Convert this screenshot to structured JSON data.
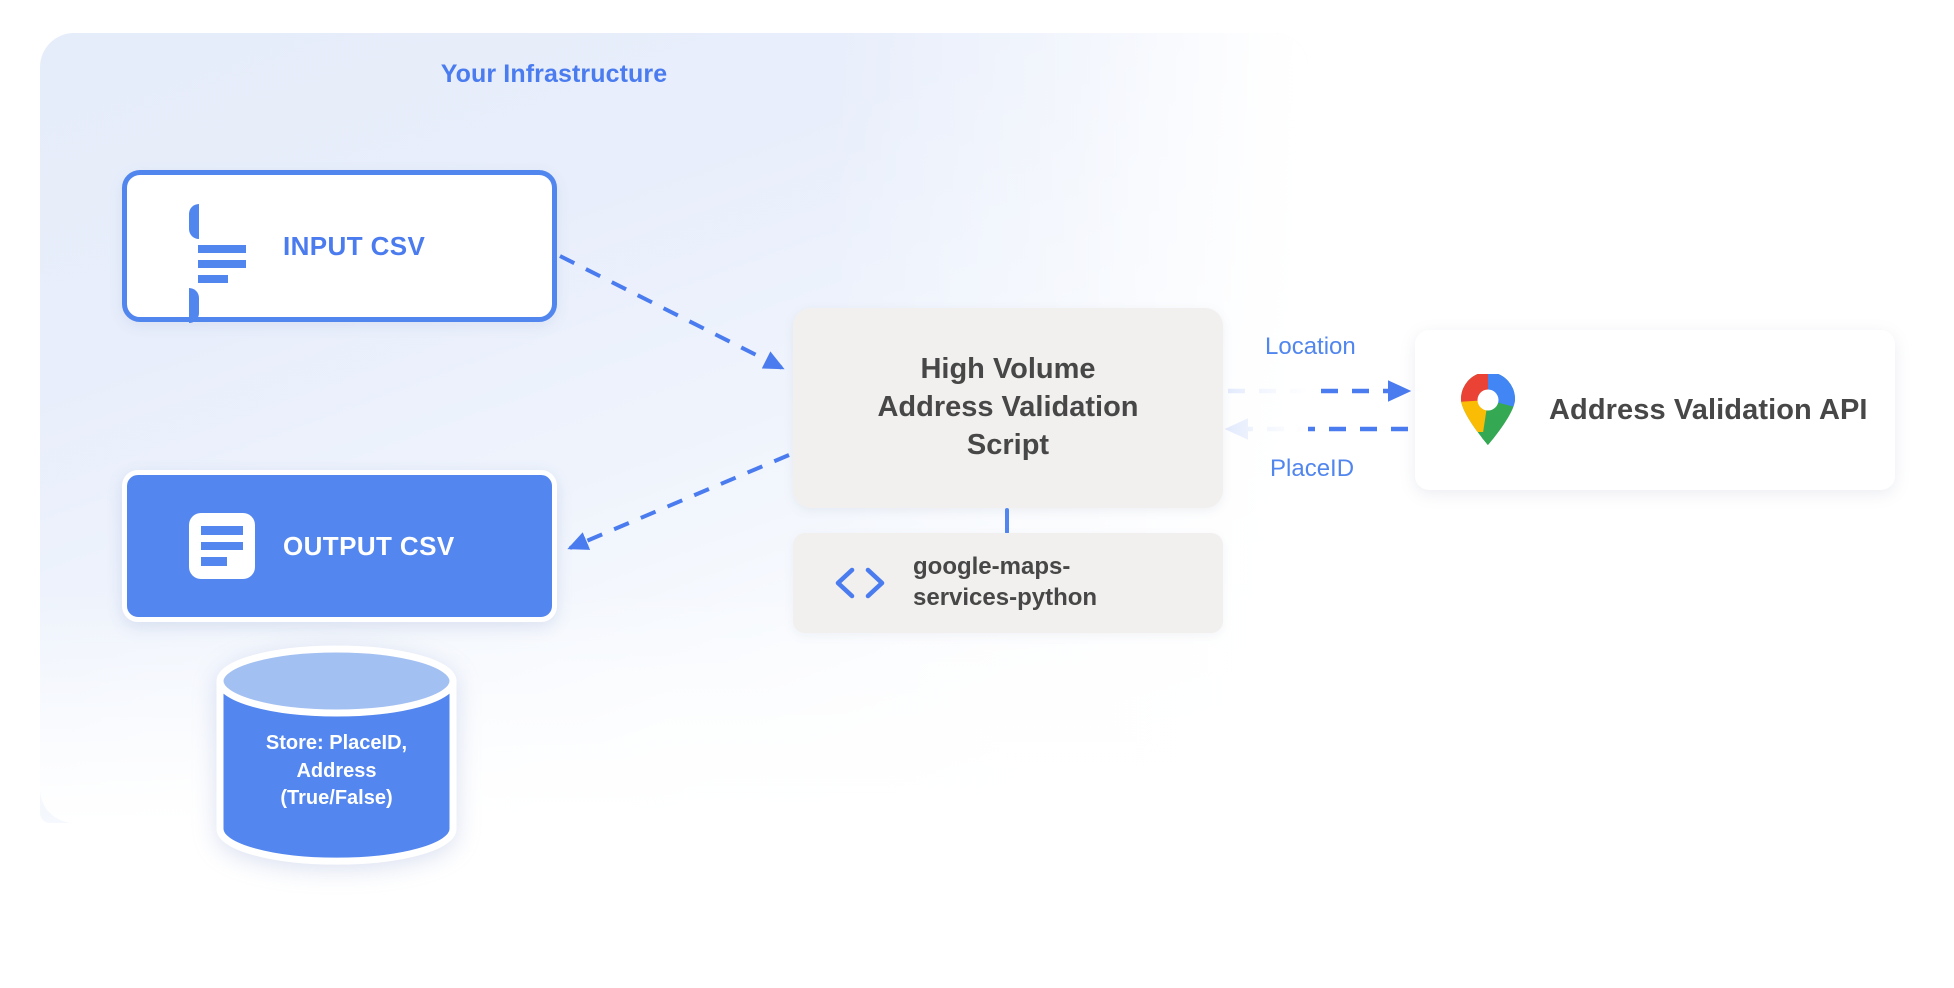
{
  "diagram": {
    "title": "Your Infrastructure",
    "accent_blue": "#5186EE",
    "panel_bg": "#E6EDFA",
    "box_gray": "#F1F0EE",
    "text_dark": "#474747"
  },
  "nodes": {
    "input_csv": {
      "label": "INPUT CSV",
      "icon": "document-icon"
    },
    "output_csv": {
      "label": "OUTPUT CSV",
      "icon": "document-icon"
    },
    "script": {
      "label": "High Volume\nAddress Validation\nScript"
    },
    "library": {
      "label": "google-maps-\nservices-python",
      "icon": "code-brackets-icon"
    },
    "api": {
      "label": "Address Validation API",
      "icon": "google-maps-pin-icon"
    },
    "database": {
      "label": "Store: PlaceID,\nAddress\n(True/False)",
      "icon": "database-cylinder-icon"
    }
  },
  "edges": [
    {
      "from": "input_csv",
      "to": "script",
      "label": ""
    },
    {
      "from": "script",
      "to": "output_csv",
      "label": ""
    },
    {
      "from": "script",
      "to": "api",
      "label": "Location"
    },
    {
      "from": "api",
      "to": "script",
      "label": "PlaceID"
    },
    {
      "from": "script",
      "to": "library",
      "label": ""
    }
  ],
  "edge_labels": {
    "location": "Location",
    "placeid": "PlaceID"
  }
}
